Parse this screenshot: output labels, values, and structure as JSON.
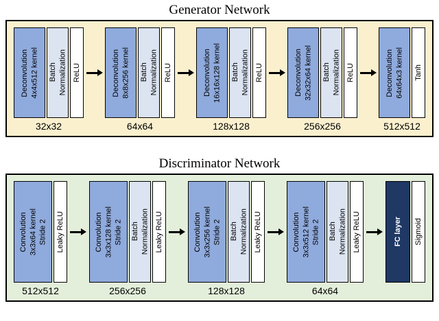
{
  "generator": {
    "title": "Generator Network",
    "blocks": [
      {
        "main": "Deconvolution\n4x4x512 kernel",
        "bn": "Batch\nNormalization",
        "act": "ReLU",
        "size": "32x32"
      },
      {
        "main": "Deconvolution\n8x8x256 kernel",
        "bn": "Batch\nNormalization",
        "act": "ReLU",
        "size": "64x64"
      },
      {
        "main": "Deconvolution\n16x16x128 kernel",
        "bn": "Batch\nNormalization",
        "act": "ReLU",
        "size": "128x128"
      },
      {
        "main": "Deconvolution\n32x32x64 kernel",
        "bn": "Batch\nNormalization",
        "act": "ReLU",
        "size": "256x256"
      },
      {
        "main": "Deconvolution\n64x64x3 kernel",
        "act": "Tanh",
        "size": "512x512"
      }
    ]
  },
  "discriminator": {
    "title": "Discriminator Network",
    "blocks": [
      {
        "main": "Convolution\n3x3x64 kernel\nStride 2",
        "act": "Leaky ReLU",
        "size": "512x512"
      },
      {
        "main": "Convolution\n3x3x128 kernel\nStride 2",
        "bn": "Batch\nNormalization",
        "act": "Leaky ReLU",
        "size": "256x256"
      },
      {
        "main": "Convolution\n3x3x256 kernel\nStride 2",
        "bn": "Batch\nNormalization",
        "act": "Leaky ReLU",
        "size": "128x128"
      },
      {
        "main": "Convolution\n3x3x512 kernel\nStride 2",
        "bn": "Batch\nNormalization",
        "act": "Leaky ReLU",
        "size": "64x64"
      },
      {
        "fc": "FC layer",
        "act": "Sigmoid"
      }
    ]
  },
  "colors": {
    "generator_bg": "#FBF0CE",
    "discriminator_bg": "#E3EFDA",
    "conv_box": "#8FAADC",
    "batch_norm_box": "#DCE4F2",
    "activation_box": "#FFFFFF",
    "fc_box": "#1F3864",
    "border": "#000000"
  }
}
